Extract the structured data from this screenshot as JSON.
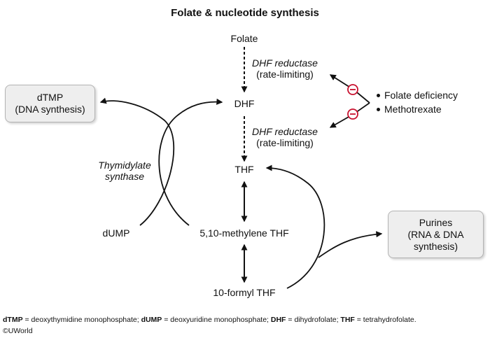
{
  "title": "Folate & nucleotide synthesis",
  "nodes": {
    "folate": "Folate",
    "dhf": "DHF",
    "thf": "THF",
    "methylene_thf": "5,10-methylene THF",
    "formyl_thf": "10-formyl THF",
    "dump": "dUMP"
  },
  "enzymes": {
    "dhf_reductase_1": {
      "name": "DHF reductase",
      "note": "(rate-limiting)"
    },
    "dhf_reductase_2": {
      "name": "DHF reductase",
      "note": "(rate-limiting)"
    },
    "thymidylate_synthase": {
      "line1": "Thymidylate",
      "line2": "synthase"
    }
  },
  "boxes": {
    "dtmp": {
      "line1": "dTMP",
      "line2": "(DNA synthesis)"
    },
    "purines": {
      "line1": "Purines",
      "line2": "(RNA & DNA",
      "line3": "synthesis)"
    }
  },
  "inhibitors": {
    "symbol": "−",
    "items": [
      "Folate deficiency",
      "Methotrexate"
    ]
  },
  "footnote": [
    {
      "abbr": "dTMP",
      "def": " = deoxythymidine monophosphate; "
    },
    {
      "abbr": "dUMP",
      "def": " = deoxyuridine monophosphate; "
    },
    {
      "abbr": "DHF",
      "def": " = dihydrofolate; "
    },
    {
      "abbr": "THF",
      "def": " = tetrahydrofolate."
    }
  ],
  "credit": "©UWorld",
  "colors": {
    "box_fill": "#eeeeee",
    "box_border": "#b3b3b3",
    "inhibit_red": "#c8102e",
    "line": "#111111"
  }
}
